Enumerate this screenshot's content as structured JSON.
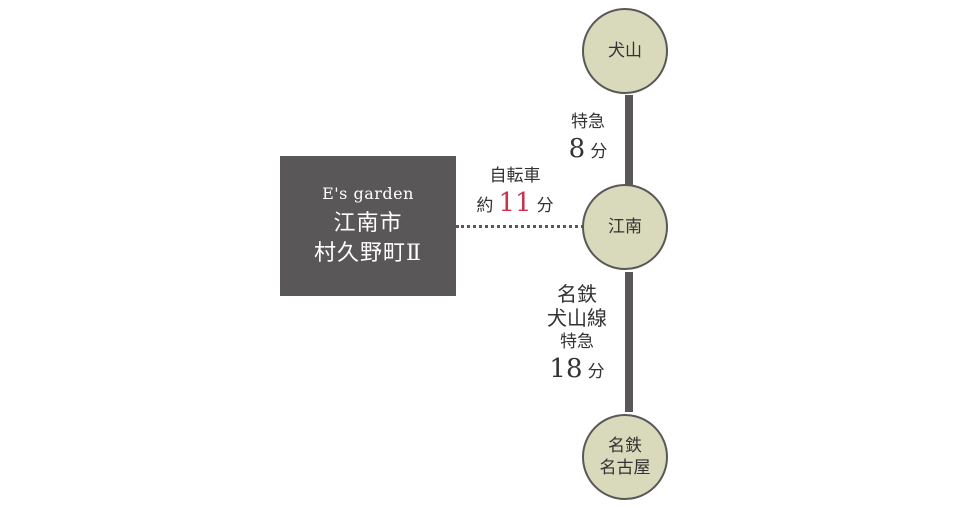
{
  "stations": {
    "inuyama": {
      "line1": "犬山"
    },
    "konan": {
      "line1": "江南"
    },
    "meitetsu_nagoya": {
      "line1": "名鉄",
      "line2": "名古屋"
    }
  },
  "property": {
    "brand": "E's garden",
    "line1": "江南市",
    "line2": "村久野町Ⅱ"
  },
  "segments": {
    "inuyama_konan": {
      "train_type": "特急",
      "minutes": "8",
      "unit": "分"
    },
    "property_konan": {
      "mode": "自転車",
      "prefix": "約",
      "minutes": "11",
      "unit": "分"
    },
    "konan_nagoya": {
      "line_a": "名鉄",
      "line_b": "犬山線",
      "train_type": "特急",
      "minutes": "18",
      "unit": "分"
    }
  },
  "colors": {
    "station_fill": "#d9d9bb",
    "line": "#595757",
    "property_fill": "#595757",
    "accent": "#c8344f"
  }
}
